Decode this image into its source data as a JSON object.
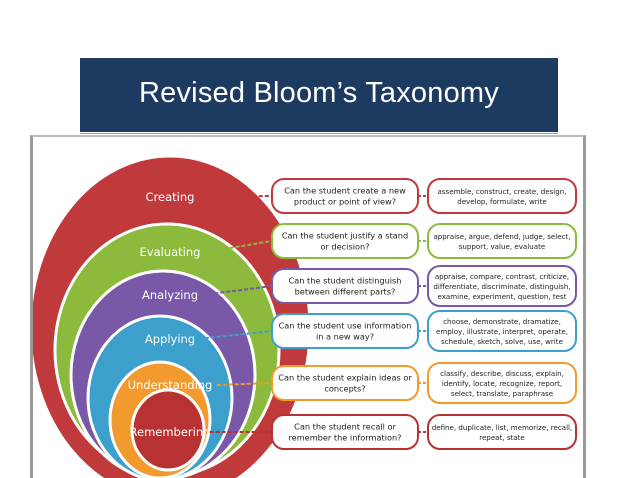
{
  "title": "Revised Bloom’s Taxonomy",
  "colors": {
    "title_bg": "#1d3a61",
    "creating": "#c0393b",
    "evaluating": "#8cba3c",
    "analyzing": "#7a58a8",
    "applying": "#3d9fcc",
    "understanding": "#f29a2e",
    "remembering": "#b83234"
  },
  "levels": [
    {
      "label": "Creating",
      "question": [
        "Can the student create a new",
        "product or point of view?"
      ],
      "verbs": [
        "assemble, construct, create, design,",
        "develop, formulate, write"
      ]
    },
    {
      "label": "Evaluating",
      "question": [
        "Can the student justify a stand",
        "or decision?"
      ],
      "verbs": [
        "appraise, argue, defend, judge, select,",
        "support, value, evaluate"
      ]
    },
    {
      "label": "Analyzing",
      "question": [
        "Can the student distinguish",
        "between different parts?"
      ],
      "verbs": [
        "appraise, compare, contrast, criticize,",
        "differentiate, discriminate, distinguish,",
        "examine, experiment, question, test"
      ]
    },
    {
      "label": "Applying",
      "question": [
        "Can the student use information",
        "in a new way?"
      ],
      "verbs": [
        "choose, demonstrate, dramatize,",
        "employ, illustrate, interpret, operate,",
        "schedule, sketch, solve, use, write"
      ]
    },
    {
      "label": "Understanding",
      "question": [
        "Can the student explain ideas or",
        "concepts?"
      ],
      "verbs": [
        "classify, describe, discuss, explain,",
        "identify, locate, recognize, report,",
        "select, translate, paraphrase"
      ]
    },
    {
      "label": "Remembering",
      "question": [
        "Can the student recall or",
        "remember the information?"
      ],
      "verbs": [
        "define, duplicate, list, memorize, recall,",
        "repeat, state"
      ]
    }
  ]
}
